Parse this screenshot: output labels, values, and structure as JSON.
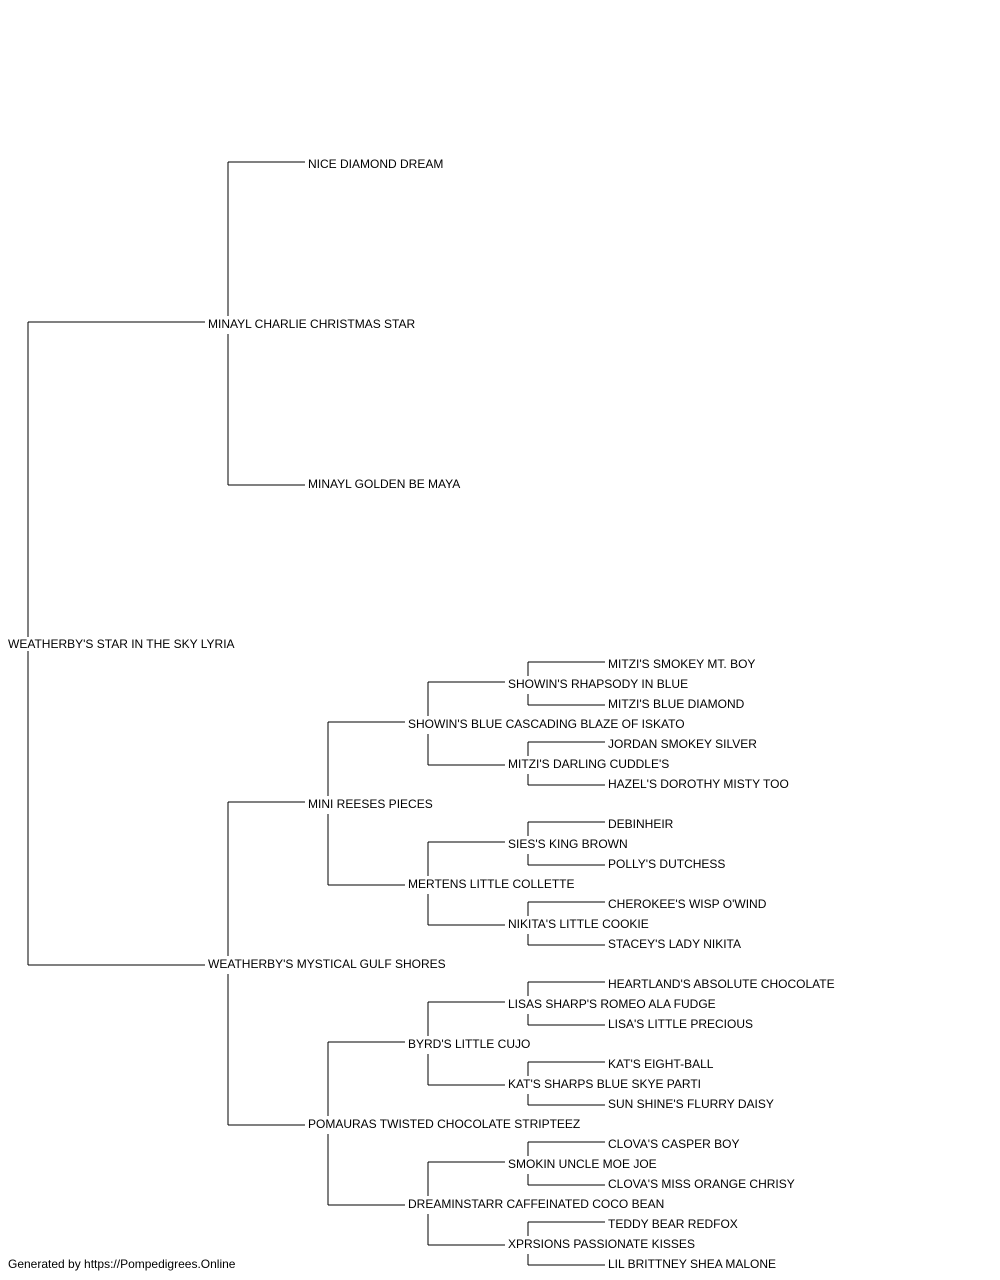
{
  "subject": "WEATHERBY'S STAR IN THE SKY LYRIA",
  "sire": {
    "name": "MINAYL CHARLIE CHRISTMAS STAR",
    "sire": {
      "name": "NICE DIAMOND DREAM"
    },
    "dam": {
      "name": "MINAYL GOLDEN BE MAYA"
    }
  },
  "dam": {
    "name": "WEATHERBY'S MYSTICAL GULF SHORES",
    "sire": {
      "name": "MINI REESES PIECES",
      "sire": {
        "name": "SHOWIN'S BLUE CASCADING BLAZE OF ISKATO",
        "sire": {
          "name": "SHOWIN'S RHAPSODY IN BLUE",
          "sire": {
            "name": "MITZI'S SMOKEY MT. BOY"
          },
          "dam": {
            "name": "MITZI'S BLUE DIAMOND"
          }
        },
        "dam": {
          "name": "MITZI'S DARLING CUDDLE'S",
          "sire": {
            "name": "JORDAN SMOKEY SILVER"
          },
          "dam": {
            "name": "HAZEL'S DOROTHY MISTY TOO"
          }
        }
      },
      "dam": {
        "name": "MERTENS LITTLE COLLETTE",
        "sire": {
          "name": "SIES'S KING BROWN",
          "sire": {
            "name": "DEBINHEIR"
          },
          "dam": {
            "name": "POLLY'S DUTCHESS"
          }
        },
        "dam": {
          "name": "NIKITA'S LITTLE COOKIE",
          "sire": {
            "name": "CHEROKEE'S WISP O'WIND"
          },
          "dam": {
            "name": "STACEY'S LADY NIKITA"
          }
        }
      }
    },
    "dam": {
      "name": "POMAURAS TWISTED CHOCOLATE STRIPTEEZ",
      "sire": {
        "name": "BYRD'S LITTLE CUJO",
        "sire": {
          "name": "LISAS SHARP'S ROMEO ALA FUDGE",
          "sire": {
            "name": "HEARTLAND'S ABSOLUTE CHOCOLATE"
          },
          "dam": {
            "name": "LISA'S LITTLE PRECIOUS"
          }
        },
        "dam": {
          "name": "KAT'S SHARPS BLUE SKYE PARTI",
          "sire": {
            "name": "KAT'S EIGHT-BALL"
          },
          "dam": {
            "name": "SUN SHINE'S FLURRY DAISY"
          }
        }
      },
      "dam": {
        "name": "DREAMINSTARR CAFFEINATED COCO BEAN",
        "sire": {
          "name": "SMOKIN UNCLE MOE JOE",
          "sire": {
            "name": "CLOVA'S CASPER BOY"
          },
          "dam": {
            "name": "CLOVA'S MISS ORANGE CHRISY"
          }
        },
        "dam": {
          "name": "XPRSIONS PASSIONATE KISSES",
          "sire": {
            "name": "TEDDY BEAR REDFOX"
          },
          "dam": {
            "name": "LIL BRITTNEY SHEA MALONE"
          }
        }
      }
    }
  },
  "footer": "Generated by https://Pompedigrees.Online"
}
